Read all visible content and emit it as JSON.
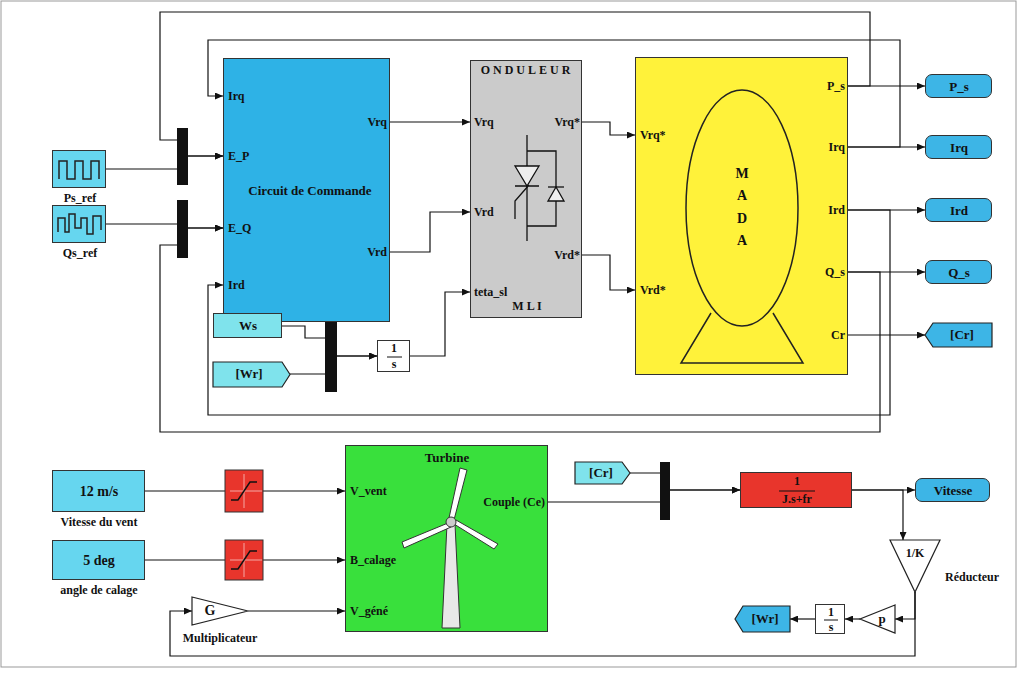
{
  "diagram": {
    "nodes": [
      {
        "text": [
          "Ps_ref"
        ]
      },
      {
        "text": [
          "Qs_ref"
        ]
      },
      {
        "text": [
          "Circuit de Commande",
          "Irq",
          "E_P",
          "E_Q",
          "Ird",
          "Vrq",
          "Vrd"
        ]
      },
      {
        "text": [
          "Ws"
        ]
      },
      {
        "text": [
          "[Wr]"
        ]
      },
      {
        "text": [
          "1",
          "s"
        ]
      },
      {
        "text": [
          "ONDULEUR",
          "Vrq",
          "Vrd",
          "teta_sl",
          "Vrq*",
          "Vrd*",
          "M L I"
        ]
      },
      {
        "text": [
          "M A D A",
          "Vrq*",
          "Vrd*",
          "P_s",
          "Irq",
          "Ird",
          "Q_s",
          "Cr"
        ]
      },
      {
        "text": [
          "P_s"
        ]
      },
      {
        "text": [
          "Irq"
        ]
      },
      {
        "text": [
          "Ird"
        ]
      },
      {
        "text": [
          "Q_s"
        ]
      },
      {
        "text": [
          "[Cr]"
        ]
      },
      {
        "text": [
          "12 m/s",
          "Vitesse du vent"
        ]
      },
      {
        "text": [
          "5 deg",
          "angle de calage"
        ]
      },
      {
        "text": [
          "Turbine",
          "V_vent",
          "B_calage",
          "V_géné",
          "Couple (Ce)"
        ]
      },
      {
        "text": [
          "G",
          "Multiplicateur"
        ]
      },
      {
        "text": [
          "[Cr]"
        ]
      },
      {
        "text": [
          "1",
          "J.s+fr"
        ]
      },
      {
        "text": [
          "Vitesse"
        ]
      },
      {
        "text": [
          "1/K",
          "Réducteur"
        ]
      },
      {
        "text": [
          "[Wr]"
        ]
      },
      {
        "text": [
          "1",
          "s"
        ]
      },
      {
        "text": [
          "p"
        ]
      }
    ],
    "edges": [
      {
        "from": 0,
        "to": 2,
        "arrow": "to"
      },
      {
        "from": 1,
        "to": 2,
        "arrow": "to"
      },
      {
        "from": 2,
        "to": 6,
        "arrow": "to"
      },
      {
        "from": 2,
        "to": 6,
        "arrow": "to"
      },
      {
        "from": 3,
        "to": 5,
        "arrow": "to"
      },
      {
        "from": 4,
        "to": 5,
        "arrow": "to"
      },
      {
        "from": 5,
        "to": 6,
        "arrow": "to"
      },
      {
        "from": 6,
        "to": 7,
        "arrow": "to"
      },
      {
        "from": 6,
        "to": 7,
        "arrow": "to"
      },
      {
        "from": 7,
        "to": 8,
        "arrow": "to"
      },
      {
        "from": 7,
        "to": 9,
        "arrow": "to"
      },
      {
        "from": 7,
        "to": 10,
        "arrow": "to"
      },
      {
        "from": 7,
        "to": 11,
        "arrow": "to"
      },
      {
        "from": 7,
        "to": 12,
        "arrow": "to"
      },
      {
        "from": 7,
        "to": 2,
        "arrow": "to"
      },
      {
        "from": 7,
        "to": 2,
        "arrow": "to"
      },
      {
        "from": 7,
        "to": 2,
        "arrow": "to"
      },
      {
        "from": 7,
        "to": 2,
        "arrow": "to"
      },
      {
        "from": 13,
        "to": 15,
        "arrow": "to"
      },
      {
        "from": 14,
        "to": 15,
        "arrow": "to"
      },
      {
        "from": 16,
        "to": 15,
        "arrow": "to"
      },
      {
        "from": 15,
        "to": 18,
        "arrow": "to"
      },
      {
        "from": 17,
        "to": 18,
        "arrow": "to"
      },
      {
        "from": 18,
        "to": 19,
        "arrow": "to"
      },
      {
        "from": 18,
        "to": 20,
        "arrow": "to"
      },
      {
        "from": 20,
        "to": 23,
        "arrow": "to"
      },
      {
        "from": 20,
        "to": 16,
        "arrow": "to"
      },
      {
        "from": 23,
        "to": 22,
        "arrow": "to"
      },
      {
        "from": 22,
        "to": 21,
        "arrow": "to"
      }
    ]
  }
}
